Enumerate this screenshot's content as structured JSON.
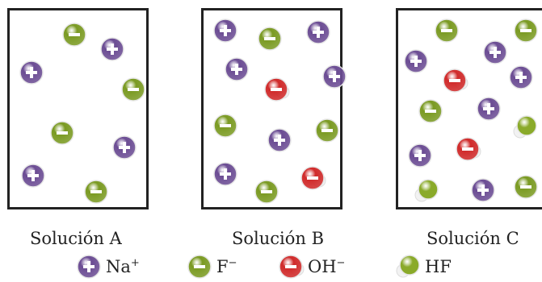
{
  "panels": [
    {
      "caption": "Solución A"
    },
    {
      "caption": "Solución B"
    },
    {
      "caption": "Solución C"
    }
  ],
  "legend": {
    "na": {
      "label": "Na",
      "charge": "+"
    },
    "f": {
      "label": "F",
      "charge": "−"
    },
    "oh": {
      "label": "OH",
      "charge": "−"
    },
    "hf": {
      "label": "HF"
    }
  },
  "colors": {
    "na": "#6b4c93",
    "f": "#7a9a22",
    "oh": "#d02a2a",
    "hf": "#8aaa2a"
  }
}
